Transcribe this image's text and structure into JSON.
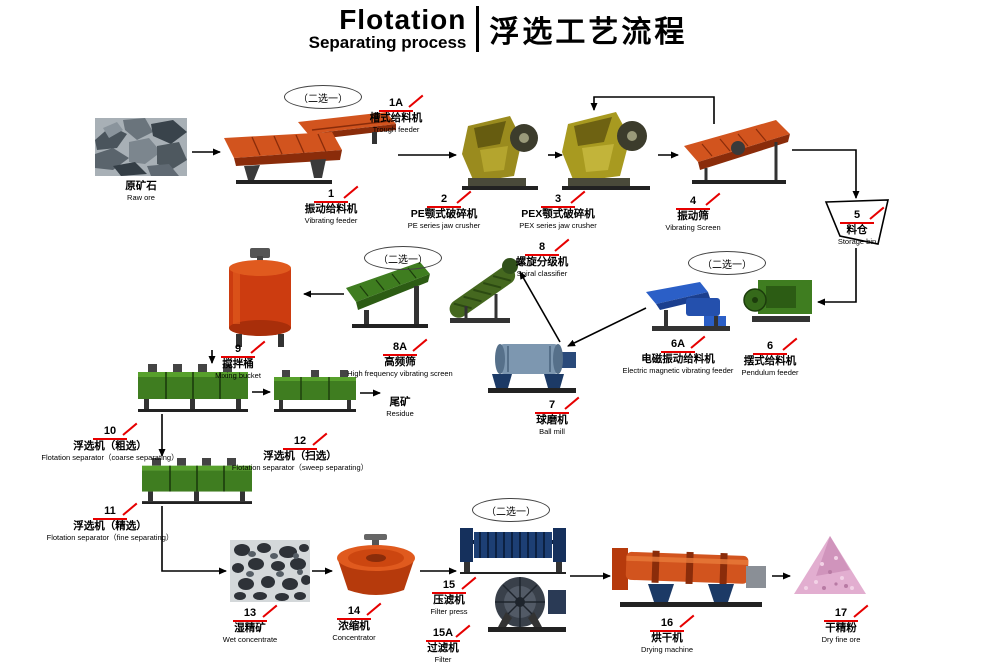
{
  "header": {
    "title_en": "Flotation",
    "subtitle_en": "Separating process",
    "title_zh": "浮选工艺流程"
  },
  "choose_one": "（二选一）",
  "residue": {
    "zh": "尾矿",
    "en": "Residue"
  },
  "colors": {
    "callout_red": "#e60000",
    "flow_line": "#000000",
    "machine_orange": "#d2541e",
    "machine_green": "#3f7d20",
    "machine_blue": "#2b5fc7",
    "machine_yellow": "#a0911e",
    "machine_navy": "#15305c",
    "product_pink": "#e2aed0"
  },
  "nodes": {
    "raw_ore": {
      "num": "",
      "zh": "原矿石",
      "en": "Raw ore"
    },
    "trough_feeder": {
      "num": "1A",
      "zh": "槽式给料机",
      "en": "Trough feeder"
    },
    "vibrating_feeder": {
      "num": "1",
      "zh": "振动给料机",
      "en": "Vibrating feeder"
    },
    "pe_jaw_crusher": {
      "num": "2",
      "zh": "PE颚式破碎机",
      "en": "PE series jaw crusher"
    },
    "pex_jaw_crusher": {
      "num": "3",
      "zh": "PEX颚式破碎机",
      "en": "PEX series jaw crusher"
    },
    "vibrating_screen": {
      "num": "4",
      "zh": "振动筛",
      "en": "Vibrating Screen"
    },
    "storage_bin": {
      "num": "5",
      "zh": "料仓",
      "en": "Storage bin"
    },
    "em_vibrating_feeder": {
      "num": "6A",
      "zh": "电磁振动给料机",
      "en": "Electric magnetic vibrating feeder"
    },
    "pendulum_feeder": {
      "num": "6",
      "zh": "摆式给料机",
      "en": "Pendulum feeder"
    },
    "ball_mill": {
      "num": "7",
      "zh": "球磨机",
      "en": "Ball mill"
    },
    "spiral_classifier": {
      "num": "8",
      "zh": "螺旋分级机",
      "en": "Spiral classifier"
    },
    "hf_screen": {
      "num": "8A",
      "zh": "高频筛",
      "en": "High frequency vibrating screen"
    },
    "mixing_bucket": {
      "num": "9",
      "zh": "搅拌桶",
      "en": "Mixing bucket"
    },
    "flotation_coarse": {
      "num": "10",
      "zh": "浮选机（粗选）",
      "en": "Flotation separator（coarse separating）"
    },
    "flotation_fine": {
      "num": "11",
      "zh": "浮选机（精选）",
      "en": "Flotation separator（fine separating）"
    },
    "flotation_sweep": {
      "num": "12",
      "zh": "浮选机（扫选）",
      "en": "Flotation separator（sweep separating）"
    },
    "wet_concentrate": {
      "num": "13",
      "zh": "湿精矿",
      "en": "Wet concentrate"
    },
    "concentrator": {
      "num": "14",
      "zh": "浓缩机",
      "en": "Concentrator"
    },
    "filter_press": {
      "num": "15",
      "zh": "压滤机",
      "en": "Filter press"
    },
    "filter": {
      "num": "15A",
      "zh": "过滤机",
      "en": "Filter"
    },
    "drying_machine": {
      "num": "16",
      "zh": "烘干机",
      "en": "Drying machine"
    },
    "dry_fine_ore": {
      "num": "17",
      "zh": "干精粉",
      "en": "Dry fine ore"
    }
  }
}
